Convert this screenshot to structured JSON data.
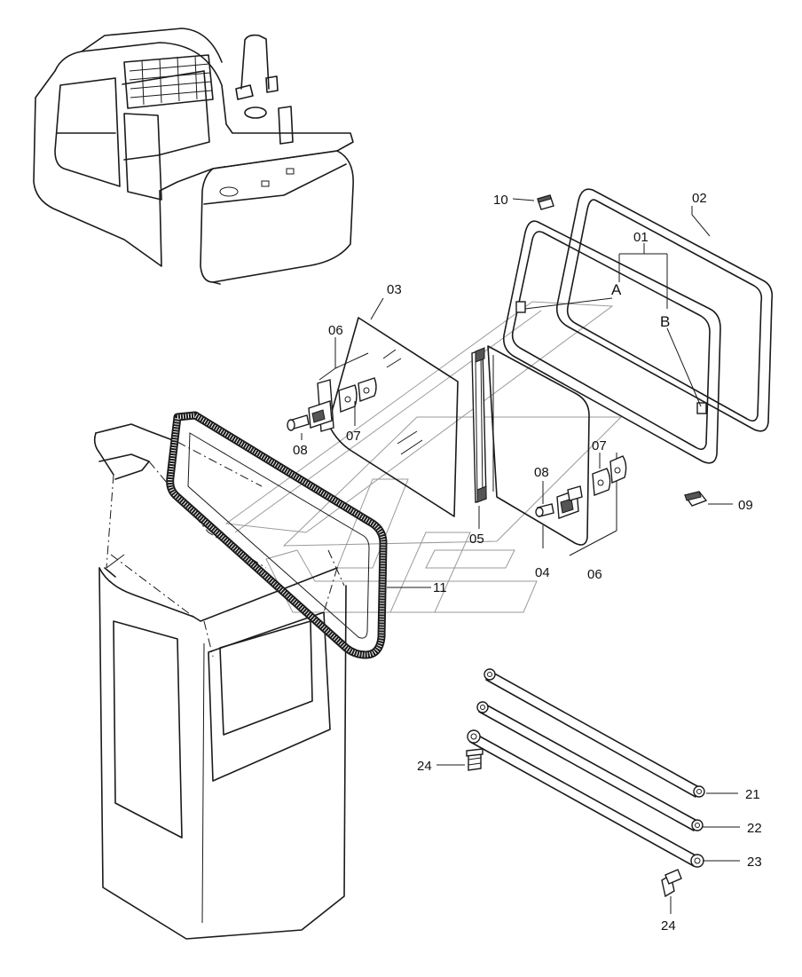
{
  "diagram": {
    "callouts": {
      "p01": "01",
      "p02": "02",
      "p03": "03",
      "p04": "04",
      "p05": "05",
      "p06_left": "06",
      "p06_right": "06",
      "p07_left": "07",
      "p07_right": "07",
      "p08_left": "08",
      "p08_right": "08",
      "p09": "09",
      "p10": "10",
      "p11": "11",
      "p21": "21",
      "p22": "22",
      "p23": "23",
      "p24_left": "24",
      "p24_bottom": "24"
    },
    "points": {
      "A": "A",
      "B": "B"
    }
  }
}
